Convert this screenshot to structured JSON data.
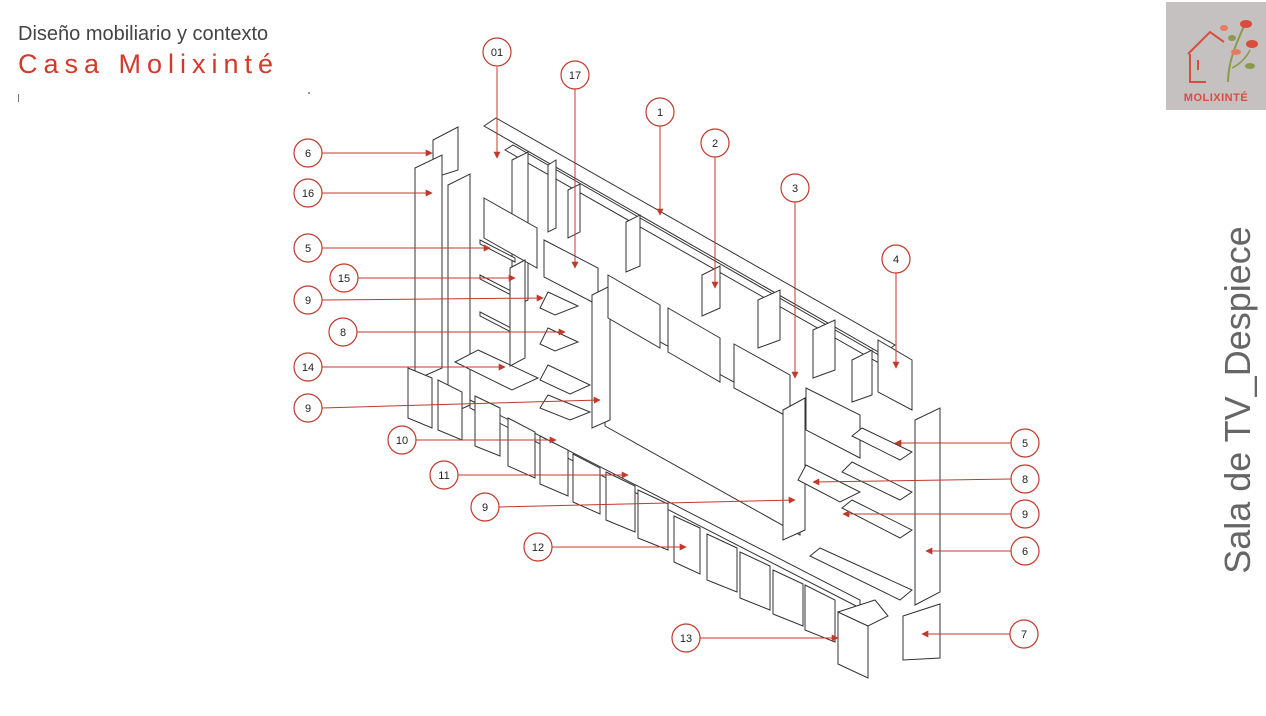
{
  "header": {
    "subtitle": "Diseño mobiliario y contexto",
    "title": "Casa Molixinté"
  },
  "logo": {
    "text": "MOLIXINTÉ",
    "accent_color": "#d94d3e",
    "background": "#c4c1c0"
  },
  "side_title": "Sala de TV_Despiece",
  "colors": {
    "accent": "#d23a2a",
    "line": "#333333",
    "subtitle": "#444444"
  },
  "callouts": [
    {
      "label": "01"
    },
    {
      "label": "17"
    },
    {
      "label": "1"
    },
    {
      "label": "2"
    },
    {
      "label": "3"
    },
    {
      "label": "4"
    },
    {
      "label": "6"
    },
    {
      "label": "16"
    },
    {
      "label": "5"
    },
    {
      "label": "15"
    },
    {
      "label": "9"
    },
    {
      "label": "8"
    },
    {
      "label": "14"
    },
    {
      "label": "9"
    },
    {
      "label": "10"
    },
    {
      "label": "11"
    },
    {
      "label": "9"
    },
    {
      "label": "12"
    },
    {
      "label": "13"
    },
    {
      "label": "5"
    },
    {
      "label": "8"
    },
    {
      "label": "9"
    },
    {
      "label": "6"
    },
    {
      "label": "7"
    }
  ]
}
